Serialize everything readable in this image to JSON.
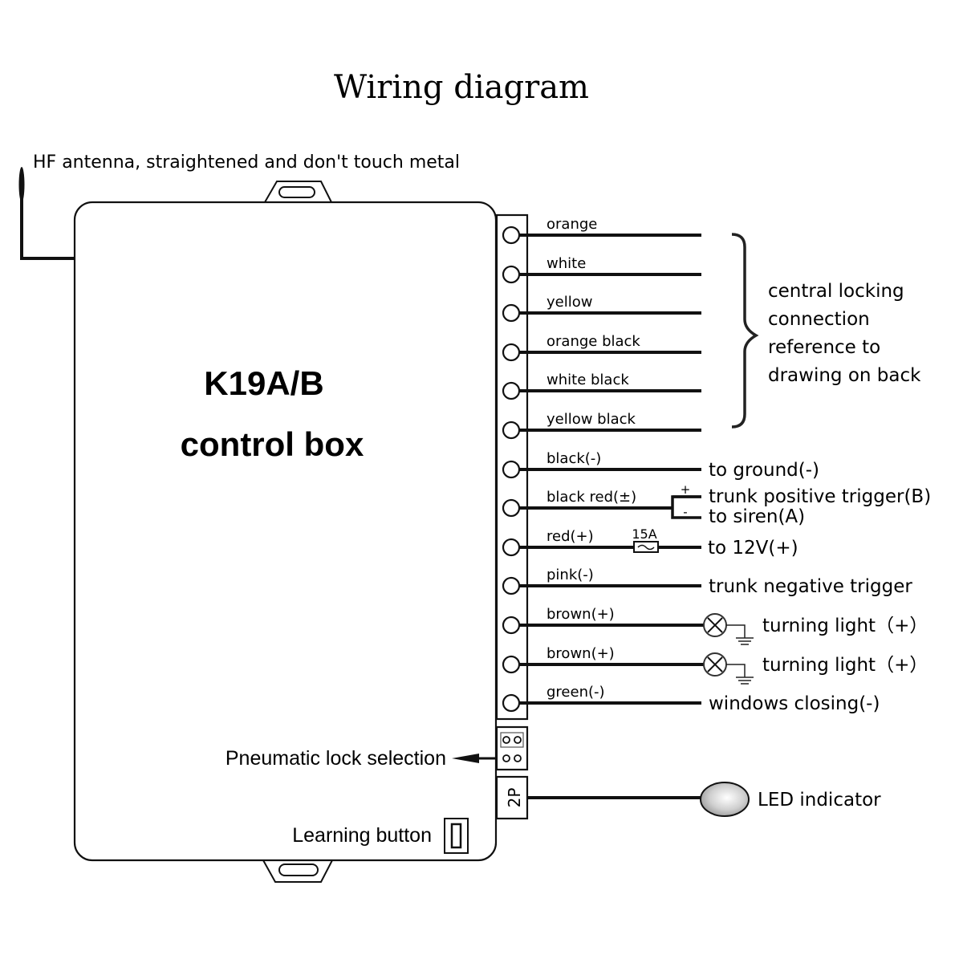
{
  "title": "Wiring diagram",
  "antenna": {
    "label": "HF antenna, straightened and don't touch metal"
  },
  "control_box": {
    "line1": "K19A/B",
    "line2": "control box",
    "pneumatic_label": "Pneumatic lock selection",
    "learning_label": "Learning button",
    "connector_2p": "2P"
  },
  "wires": [
    {
      "color_label": "orange"
    },
    {
      "color_label": "white"
    },
    {
      "color_label": "yellow"
    },
    {
      "color_label": "orange black"
    },
    {
      "color_label": "white black"
    },
    {
      "color_label": "yellow black"
    },
    {
      "color_label": "black(-)",
      "destination": "to ground(-)"
    },
    {
      "color_label": "black red(±)",
      "destination_plus": "trunk positive trigger(B)",
      "destination_minus": "to siren(A)",
      "plus_sign": "+",
      "minus_sign": "-"
    },
    {
      "color_label": "red(+)",
      "fuse": "15A",
      "destination": "to 12V(+)"
    },
    {
      "color_label": "pink(-)",
      "destination": "trunk negative trigger"
    },
    {
      "color_label": "brown(+)",
      "destination": "turning light（+）"
    },
    {
      "color_label": "brown(+)",
      "destination": "turning light（+）"
    },
    {
      "color_label": "green(-)",
      "destination": "windows closing(-)"
    }
  ],
  "central_locking_note": [
    "central locking",
    "connection",
    "reference to",
    "drawing on back"
  ],
  "led": {
    "label": "LED indicator"
  }
}
